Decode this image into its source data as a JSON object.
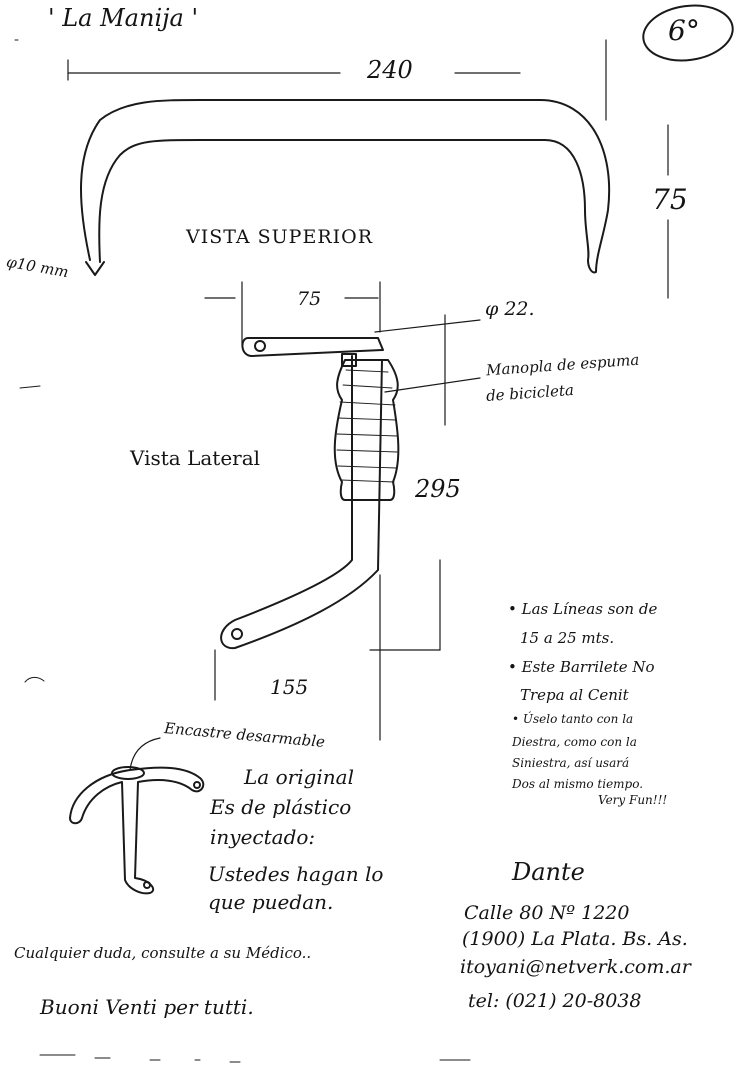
{
  "title": "' La Manija '",
  "page_number": "6°",
  "dimensions": {
    "width": "240",
    "height": "75",
    "diameter_small": "φ10 mm",
    "side_width": "75",
    "diameter_grip": "φ 22.",
    "side_height": "295",
    "bottom_length": "155"
  },
  "views": {
    "top": "VISTA SUPERIOR",
    "side": "Vista Lateral"
  },
  "grip_note": [
    "Manopla de espuma",
    "de bicicleta"
  ],
  "notes": [
    "• Las Líneas son de",
    "15 a 25 mts.",
    "• Este Barrilete No",
    "Trepa al Cenit",
    "• Úselo tanto con la",
    "Diestra, como con la",
    "Siniestra, así usará",
    "Dos al mismo tiempo.",
    "Very Fun!!!"
  ],
  "joint_label": "Encastre desarmable",
  "original_text": [
    "La original",
    "Es de plástico",
    "inyectado:",
    "Ustedes hagan lo",
    "que puedan."
  ],
  "author": {
    "name": "Dante",
    "address1": "Calle 80 Nº 1220",
    "address2": "(1900) La Plata. Bs. As.",
    "email": "itoyani@netverk.com.ar",
    "phone": "tel: (021) 20-8038"
  },
  "footer": {
    "doubt": "Cualquier duda, consulte a su Médico..",
    "farewell": "Buoni Venti per tutti."
  }
}
